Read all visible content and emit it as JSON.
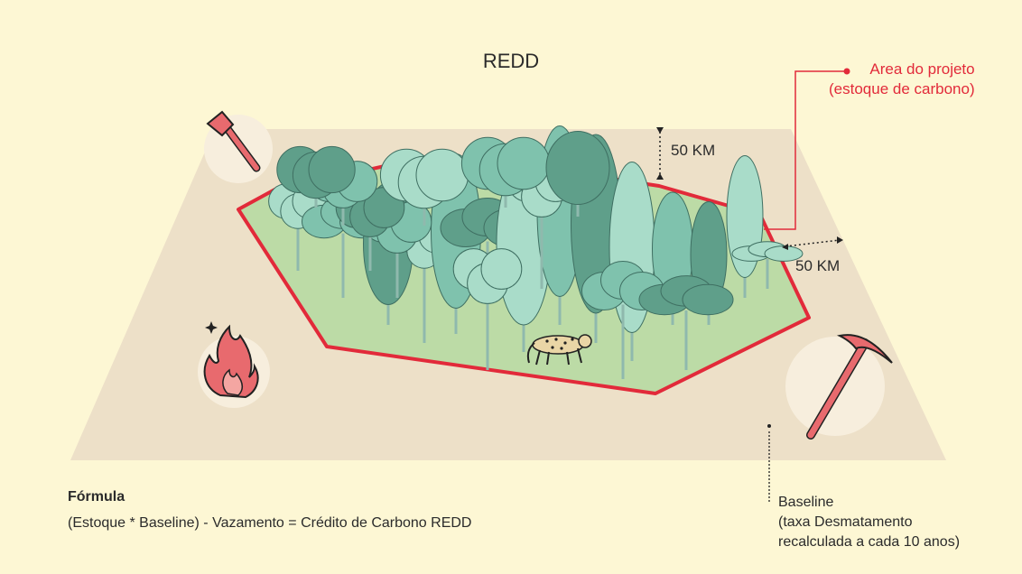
{
  "title": "REDD",
  "project_area": {
    "line1": "Area do projeto",
    "line2": "(estoque de carbono)"
  },
  "distance_top": "50 KM",
  "distance_right": "50 KM",
  "formula": {
    "heading": "Fórmula",
    "text": "(Estoque * Baseline) - Vazamento = Crédito de Carbono REDD"
  },
  "baseline": {
    "line1": "Baseline",
    "line2": "(taxa Desmatamento",
    "line3": "recalculada a cada 10 anos)"
  },
  "icons": [
    "axe-icon",
    "fire-icon",
    "pickaxe-icon",
    "jaguar-icon"
  ],
  "colors": {
    "background": "#fdf7d4",
    "ground": "#ede0c8",
    "forest_area": "#bcdba6",
    "boundary": "#e22a3a",
    "tree_light": "#a9dcc9",
    "tree_mid": "#7fc2ad",
    "tree_dark": "#5f9f8a"
  }
}
